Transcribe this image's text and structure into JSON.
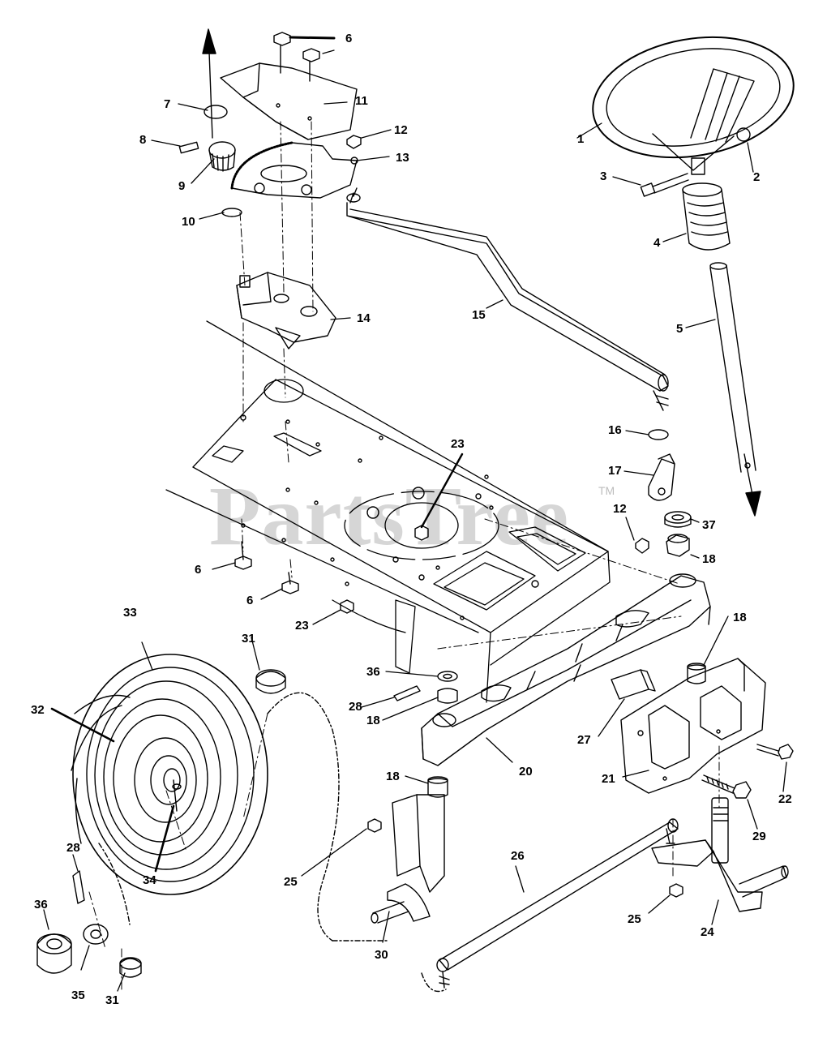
{
  "watermark": {
    "text": "PartsTree",
    "tm": "TM"
  },
  "labels": {
    "l1": "1",
    "l2": "2",
    "l3": "3",
    "l4": "4",
    "l5": "5",
    "l6a": "6",
    "l6b": "6",
    "l6c": "6",
    "l7": "7",
    "l8": "8",
    "l9": "9",
    "l10": "10",
    "l11": "11",
    "l12a": "12",
    "l12b": "12",
    "l13": "13",
    "l14": "14",
    "l15": "15",
    "l16": "16",
    "l17": "17",
    "l18a": "18",
    "l18b": "18",
    "l18c": "18",
    "l18d": "18",
    "l20": "20",
    "l21": "21",
    "l22": "22",
    "l23a": "23",
    "l23b": "23",
    "l24": "24",
    "l25a": "25",
    "l25b": "25",
    "l26": "26",
    "l27": "27",
    "l28a": "28",
    "l28b": "28",
    "l29": "29",
    "l30": "30",
    "l31a": "31",
    "l31b": "31",
    "l32": "32",
    "l33": "33",
    "l34": "34",
    "l35": "35",
    "l36a": "36",
    "l36b": "36",
    "l37": "37"
  }
}
